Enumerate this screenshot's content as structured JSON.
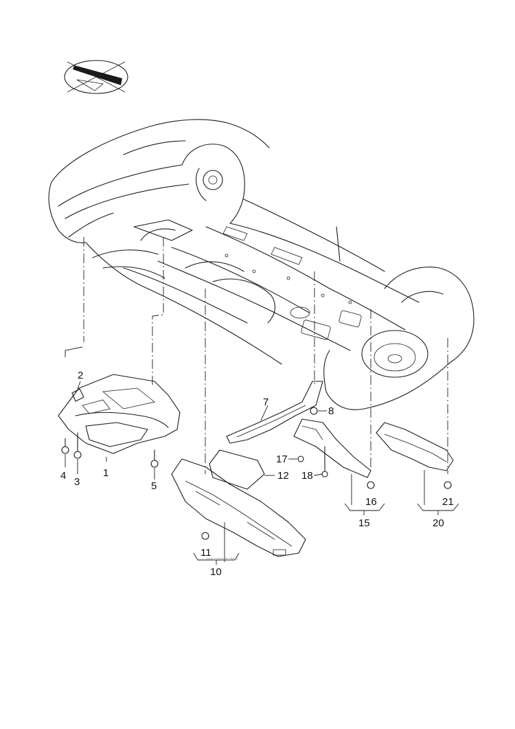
{
  "diagram": {
    "callouts": {
      "c1": "1",
      "c2": "2",
      "c3": "3",
      "c4": "4",
      "c5": "5",
      "c7": "7",
      "c8": "8",
      "c10": "10",
      "c11": "11",
      "c12": "12",
      "c15": "15",
      "c16": "16",
      "c17": "17",
      "c18": "18",
      "c20": "20",
      "c21": "21"
    },
    "watermark": "www.autoparts.direct",
    "orientation_icon": "vehicle-direction-icon",
    "colors": {
      "line": "#1a1a1a",
      "background": "#ffffff"
    }
  }
}
